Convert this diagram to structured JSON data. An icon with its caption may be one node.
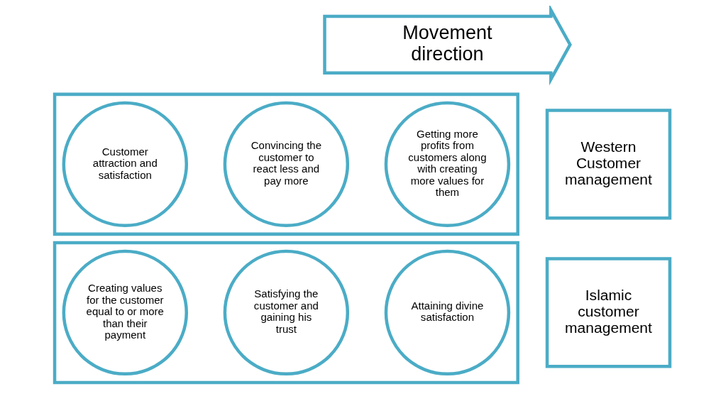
{
  "diagram": {
    "nodes": [
      {
        "text": [
          "Movement direction"
        ]
      },
      {
        "text": [
          "Western Customer management"
        ]
      },
      {
        "text": [],
        "shape": "box"
      },
      {
        "text": [
          "Customer attraction and satisfaction"
        ],
        "in": 2
      },
      {
        "text": [
          "Convincing the customer to react less and pay more"
        ],
        "in": 2
      },
      {
        "text": [
          "Getting more profits from customers along with creating more values for them"
        ],
        "in": 2
      },
      {
        "text": [
          "Islamic customer management"
        ]
      },
      {
        "text": [],
        "shape": "box"
      },
      {
        "text": [
          "Creating values for the customer equal to or more than their payment"
        ],
        "in": 7
      },
      {
        "text": [
          "Satisfying the customer and gaining his trust"
        ],
        "in": 7
      },
      {
        "text": [
          "Attaining divine satisfaction"
        ],
        "in": 7
      }
    ]
  }
}
